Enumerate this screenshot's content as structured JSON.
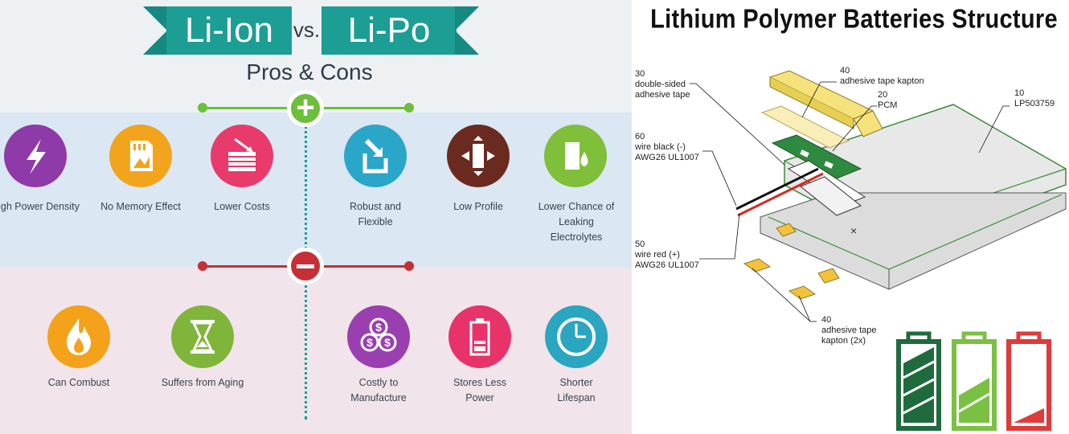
{
  "left_panel": {
    "title_left": "Li-Ion",
    "title_vs": "vs.",
    "title_right": "Li-Po",
    "subtitle": "Pros & Cons",
    "colors": {
      "teal": "#1c9e94",
      "green": "#6bbf3a",
      "red": "#c62f35"
    },
    "pros": [
      {
        "label": "High Power Density",
        "icon": "lightning-bolt-icon",
        "color": "#8e3aa8"
      },
      {
        "label": "No Memory Effect",
        "icon": "memory-card-icon",
        "color": "#f2a51c"
      },
      {
        "label": "Lower Costs",
        "icon": "falling-chart-icon",
        "color": "#e83a6b"
      },
      {
        "label": "Robust and Flexible",
        "icon": "flexible-arrow-icon",
        "color": "#2aa6c9"
      },
      {
        "label": "Low Profile",
        "icon": "compress-arrows-icon",
        "color": "#6b2a1f"
      },
      {
        "label": "Lower Chance of Leaking Electrolytes",
        "icon": "droplet-icon",
        "color": "#7fbf3a"
      }
    ],
    "cons": [
      {
        "label": "Can Combust",
        "icon": "flame-icon",
        "color": "#f3a21a"
      },
      {
        "label": "Suffers from Aging",
        "icon": "hourglass-icon",
        "color": "#7fb53a"
      },
      {
        "label": "Costly to Manufacture",
        "icon": "dollar-coins-icon",
        "color": "#9a3fb0"
      },
      {
        "label": "Stores Less Power",
        "icon": "low-battery-icon",
        "color": "#e8336a"
      },
      {
        "label": "Shorter Lifespan",
        "icon": "clock-icon",
        "color": "#2aa6c0"
      }
    ]
  },
  "right_panel": {
    "title": "Lithium Polymer Batteries Structure",
    "callouts": [
      {
        "number": "30",
        "text": "double-sided adhesive tape"
      },
      {
        "number": "40",
        "text": "adhesive tape kapton"
      },
      {
        "number": "20",
        "text": "PCM"
      },
      {
        "number": "10",
        "text": "LP503759"
      },
      {
        "number": "60",
        "text": "wire black (-) AWG26 UL1007"
      },
      {
        "number": "50",
        "text": "wire red (+) AWG26 UL1007"
      },
      {
        "number": "40",
        "text": "adhesive tape kapton (2x)"
      }
    ],
    "batteries": [
      {
        "level": "full",
        "color": "#1f6b3d",
        "charge_fraction": 1.0
      },
      {
        "level": "half",
        "color": "#7ac143",
        "charge_fraction": 0.55
      },
      {
        "level": "low",
        "color": "#e03a3a",
        "charge_fraction": 0.2
      }
    ]
  }
}
